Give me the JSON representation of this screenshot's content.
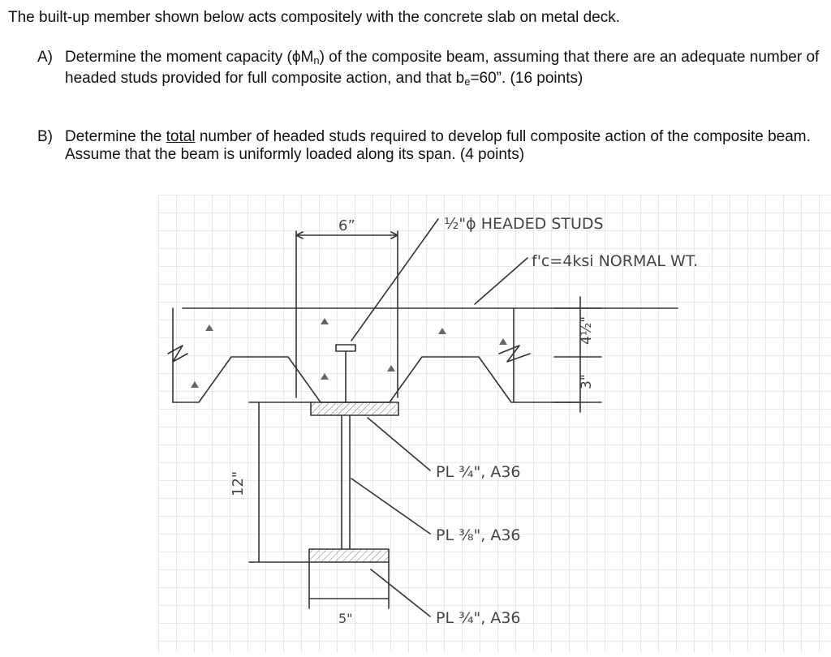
{
  "intro": "The built-up member shown below acts compositely with the concrete slab on metal deck.",
  "part_a": {
    "label": "A)",
    "text_1": "Determine the moment capacity (",
    "phi": "ϕ",
    "m": "M",
    "m_sub": "n",
    "text_2": ") of the composite beam, assuming that there are an adequate number of headed studs provided for full composite action, and that b",
    "b_sub": "e",
    "text_3": "=60”. (16 points)"
  },
  "part_b": {
    "label": "B)",
    "text_1": "Determine the ",
    "underlined": "total",
    "text_2": " number of headed studs required to develop full composite action of the composite beam. Assume that the beam is uniformly loaded along its span. (4 points)"
  },
  "sketch": {
    "width_dim": "6”",
    "stud_note": "½\"ϕ HEADED STUDS",
    "concrete_note": "f'c=4ksi NORMAL WT.",
    "slab_thickness": "4½\"",
    "deck_height": "3\"",
    "depth_dim": "12\"",
    "bottom_width": "5\"",
    "top_plate": "PL ¾\", A36",
    "web_plate": "PL ⅜\", A36",
    "bottom_plate": "PL ¾\", A36"
  }
}
